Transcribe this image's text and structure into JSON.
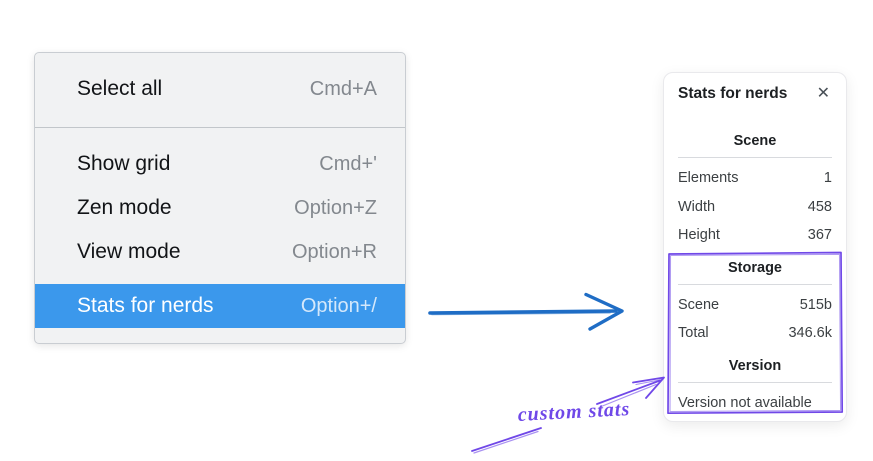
{
  "context_menu": {
    "items": [
      {
        "label": "Select all",
        "shortcut": "Cmd+A",
        "highlighted": false
      },
      {
        "label": "Show grid",
        "shortcut": "Cmd+'",
        "highlighted": false
      },
      {
        "label": "Zen mode",
        "shortcut": "Option+Z",
        "highlighted": false
      },
      {
        "label": "View mode",
        "shortcut": "Option+R",
        "highlighted": false
      },
      {
        "label": "Stats for nerds",
        "shortcut": "Option+/",
        "highlighted": true
      }
    ]
  },
  "stats_panel": {
    "title": "Stats for nerds",
    "close_icon": "✕",
    "sections": [
      {
        "header": "Scene",
        "rows": [
          {
            "label": "Elements",
            "value": "1"
          },
          {
            "label": "Width",
            "value": "458"
          },
          {
            "label": "Height",
            "value": "367"
          }
        ]
      },
      {
        "header": "Storage",
        "rows": [
          {
            "label": "Scene",
            "value": "515b"
          },
          {
            "label": "Total",
            "value": "346.6k"
          }
        ]
      },
      {
        "header": "Version",
        "note": "Version not available"
      }
    ]
  },
  "annotations": {
    "custom_stats_label": "custom stats",
    "colors": {
      "menu_highlight_blue": "#3b98ec",
      "flow_arrow_blue": "#1f6dc5",
      "annotation_purple": "#7048e8"
    }
  }
}
